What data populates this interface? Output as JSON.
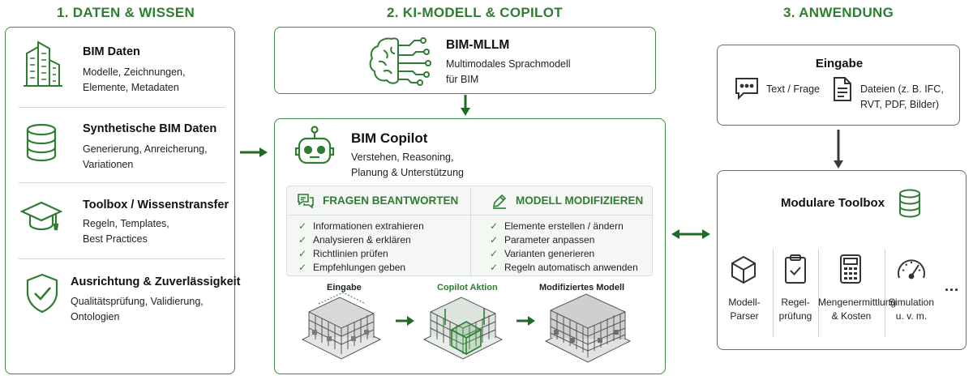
{
  "columns": {
    "col1": "1. DATEN & WISSEN",
    "col2": "2. KI-MODELL & COPILOT",
    "col3": "3. ANWENDUNG"
  },
  "data_items": [
    {
      "title": "BIM Daten",
      "lines": [
        "Modelle, Zeichnungen,",
        "Elemente, Metadaten"
      ],
      "icon": "building-icon"
    },
    {
      "title": "Synthetische BIM Daten",
      "lines": [
        "Generierung, Anreicherung,",
        "Variationen"
      ],
      "icon": "database-icon"
    },
    {
      "title": "Toolbox / Wissenstransfer",
      "lines": [
        "Regeln, Templates,",
        "Best Practices"
      ],
      "icon": "graduation-cap-icon"
    },
    {
      "title": "Ausrichtung & Zuverlässigkeit",
      "lines": [
        "Qualitätsprüfung, Validierung,",
        "Ontologien"
      ],
      "icon": "shield-check-icon"
    }
  ],
  "mllm": {
    "title": "BIM-MLLM",
    "lines": [
      "Multimodales Sprachmodell",
      "für BIM"
    ],
    "icon": "brain-circuit-icon"
  },
  "copilot": {
    "title": "BIM Copilot",
    "lines": [
      "Verstehen, Reasoning,",
      "Planung & Unterstützung"
    ],
    "icon": "robot-icon",
    "panels": [
      {
        "heading": "FRAGEN BEANTWORTEN",
        "icon": "chat-bubbles-icon",
        "items": [
          "Informationen extrahieren",
          "Analysieren & erklären",
          "Richtlinien prüfen",
          "Empfehlungen geben"
        ]
      },
      {
        "heading": "MODELL MODIFIZIEREN",
        "icon": "pencil-icon",
        "items": [
          "Elemente erstellen / ändern",
          "Parameter anpassen",
          "Varianten generieren",
          "Regeln automatisch anwenden"
        ]
      }
    ],
    "stages": [
      "Eingabe",
      "Copilot Aktion",
      "Modifiziertes Modell"
    ]
  },
  "input": {
    "title": "Eingabe",
    "text_label": "Text / Frage",
    "files_lines": [
      "Dateien (z. B. IFC,",
      "RVT, PDF, Bilder)"
    ],
    "text_icon": "speech-bubble-icon",
    "files_icon": "document-icon"
  },
  "toolbox": {
    "title": "Modulare Toolbox",
    "icon": "database-icon",
    "tools": [
      {
        "lines": [
          "Modell-",
          "Parser"
        ],
        "icon": "cube-icon"
      },
      {
        "lines": [
          "Regel-",
          "prüfung"
        ],
        "icon": "clipboard-check-icon"
      },
      {
        "lines": [
          "Mengenermittlung",
          "& Kosten"
        ],
        "icon": "calculator-icon"
      },
      {
        "lines": [
          "Simulation",
          "u. v. m."
        ],
        "icon": "gauge-icon"
      }
    ],
    "more": "..."
  },
  "colors": {
    "accent": "#2e7d32",
    "border_green": "#3b8a3e",
    "border_grey": "#6b6b6b"
  }
}
